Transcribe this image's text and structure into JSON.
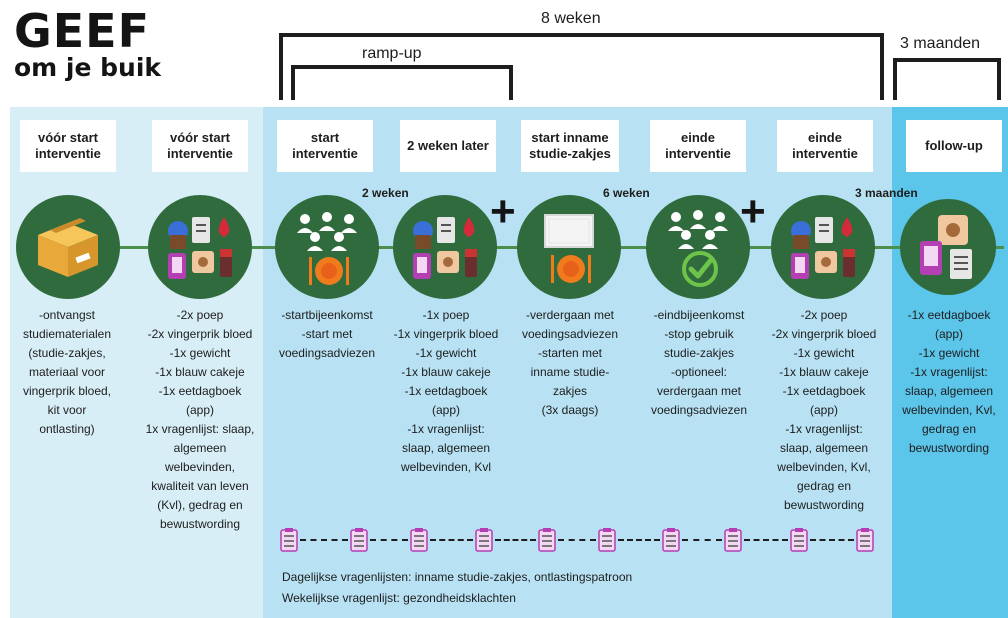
{
  "logo": {
    "line1": "GEEF",
    "line2": "om je buik"
  },
  "brackets": {
    "weeks8": "8 weken",
    "rampup": "ramp-up",
    "months3": "3 maanden"
  },
  "labels": [
    "vóór start interventie",
    "vóór start interventie",
    "start interventie",
    "2 weken later",
    "start inname studie-zakjes",
    "einde interventie",
    "einde interventie",
    "follow-up"
  ],
  "durations": {
    "d2weken": "2 weken",
    "d6weken": "6 weken",
    "d3maanden": "3 maanden"
  },
  "descriptions": [
    [
      "-ontvangst",
      "studiematerialen",
      "(studie-zakjes,",
      "materiaal voor",
      "vingerprik bloed,",
      "kit voor",
      "ontlasting)"
    ],
    [
      "-2x poep",
      "-2x vingerprik bloed",
      "-1x gewicht",
      "-1x blauw cakeje",
      "-1x eetdagboek",
      "(app)",
      "1x vragenlijst: slaap,",
      "algemeen",
      "welbevinden,",
      "kwaliteit van leven",
      "(Kvl), gedrag en",
      "bewustwording"
    ],
    [
      "-startbijeenkomst",
      "-start met",
      "voedingsadviezen"
    ],
    [
      "-1x poep",
      "-1x vingerprik bloed",
      "-1x gewicht",
      "-1x blauw cakeje",
      "-1x eetdagboek",
      "(app)",
      "-1x vragenlijst:",
      "slaap, algemeen",
      "welbevinden, Kvl"
    ],
    [
      "-verdergaan met",
      "voedingsadviezen",
      "-starten met",
      "inname studie-",
      "zakjes",
      "(3x daags)"
    ],
    [
      "-eindbijeenkomst",
      "-stop gebruik",
      "studie-zakjes",
      "-optioneel:",
      "verdergaan met",
      "voedingsadviezen"
    ],
    [
      "-2x poep",
      "-2x vingerprik bloed",
      "-1x gewicht",
      "-1x blauw cakeje",
      "-1x eetdagboek",
      "(app)",
      "-1x vragenlijst:",
      "slaap, algemeen",
      "welbevinden, Kvl,",
      "gedrag en",
      "bewustwording"
    ],
    [
      "-1x eetdagboek",
      "(app)",
      "-1x gewicht",
      "-1x vragenlijst:",
      "slaap, algemeen",
      "welbevinden, Kvl,",
      "gedrag en",
      "bewustwording"
    ]
  ],
  "bottom": {
    "line1": "Dagelijkse vragenlijsten: inname studie-zakjes, ontlastingspatroon",
    "line2": "Wekelijkse vragenlijst: gezondheidsklachten"
  },
  "icons": [
    "package-icon",
    "test-kit-icon",
    "people-plate-icon",
    "test-kit-icon",
    "sachet-plate-icon",
    "people-check-icon",
    "test-kit-icon",
    "app-scale-icon"
  ],
  "colors": {
    "band_pre": "#d8eef7",
    "band_main": "#b8e2f3",
    "band_follow": "#5cc5ea",
    "circle": "#2f6b3d",
    "timeline": "#4c8f4d"
  }
}
